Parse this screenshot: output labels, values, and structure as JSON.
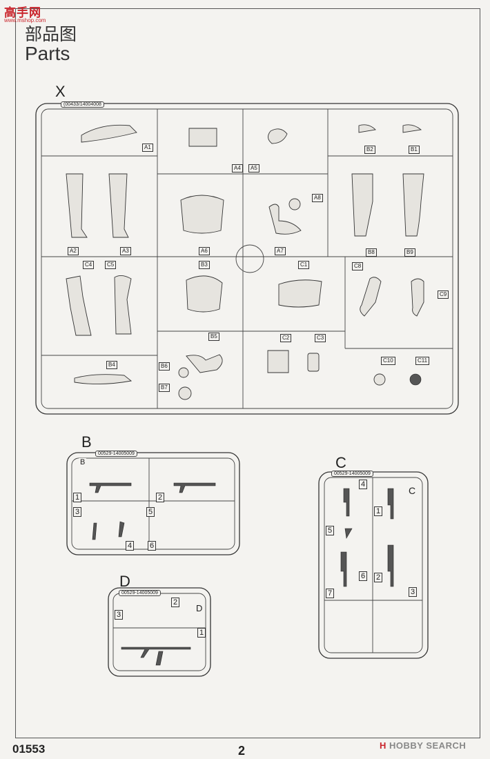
{
  "watermark": {
    "logo_text": "高手网",
    "url": "www.mshop.com"
  },
  "header": {
    "title_zh": "部品图",
    "title_en": "Parts"
  },
  "sprues": {
    "X": {
      "label": "X",
      "code": "(00433/14004008",
      "parts": [
        "A1",
        "A4",
        "A5",
        "B2",
        "B1",
        "A8",
        "A2",
        "A3",
        "A6",
        "A7",
        "B8",
        "B9",
        "C4",
        "C5",
        "B3",
        "C1",
        "C8",
        "C9",
        "B5",
        "C2",
        "C3",
        "B4",
        "B6",
        "B7",
        "C10",
        "C11"
      ]
    },
    "B": {
      "label": "B",
      "code": "00529-14005009",
      "frame_letter": "B",
      "numbers": [
        "1",
        "2",
        "3",
        "5",
        "4",
        "6"
      ]
    },
    "C": {
      "label": "C",
      "code": "00529-14005009",
      "frame_letter": "C",
      "numbers": [
        "4",
        "1",
        "5",
        "6",
        "2",
        "7",
        "3"
      ]
    },
    "D": {
      "label": "D",
      "code": "00529-14005009",
      "frame_letter": "D",
      "numbers": [
        "3",
        "2",
        "1"
      ]
    }
  },
  "footer": {
    "product_code": "01553",
    "page_number": "2",
    "source_brand": "HOBBY SEARCH",
    "source_mark": "H"
  }
}
